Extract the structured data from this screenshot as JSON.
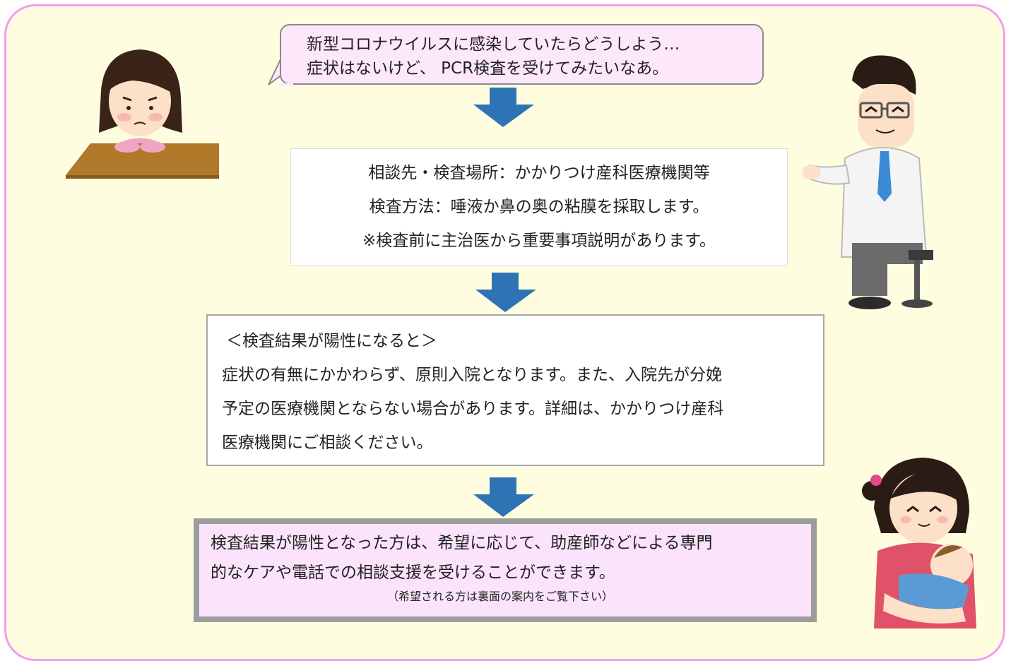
{
  "colors": {
    "frame_bg": "#fffde0",
    "frame_border": "#f29cf0",
    "bubble_bg": "#fde7fb",
    "support_bg": "#fbe4fb",
    "arrow": "#2e74b5"
  },
  "bubble": {
    "line1": "新型コロナウイルスに感染していたらどうしよう…",
    "line2": "症状はないけど、 PCR検査を受けてみたいなあ。"
  },
  "info": {
    "line1": "相談先・検査場所：かかりつけ産科医療機関等",
    "line2": "検査方法：唾液か鼻の奥の粘膜を採取します。",
    "line3": "※検査前に主治医から重要事項説明があります。"
  },
  "result": {
    "title": "＜検査結果が陽性になると＞",
    "line1": "症状の有無にかかわらず、原則入院となります。また、入院先が分娩",
    "line2": "予定の医療機関とならない場合があります。詳細は、かかりつけ産科",
    "line3": "医療機関にご相談ください。"
  },
  "support": {
    "line1": "検査結果が陽性となった方は、希望に応じて、助産師などによる専門",
    "line2": "的なケアや電話での相談支援を受けることができます。",
    "note": "（希望される方は裏面の案内をご覧下さい）"
  },
  "illustrations": [
    "worried-woman-icon",
    "doctor-icon",
    "mother-baby-icon"
  ]
}
